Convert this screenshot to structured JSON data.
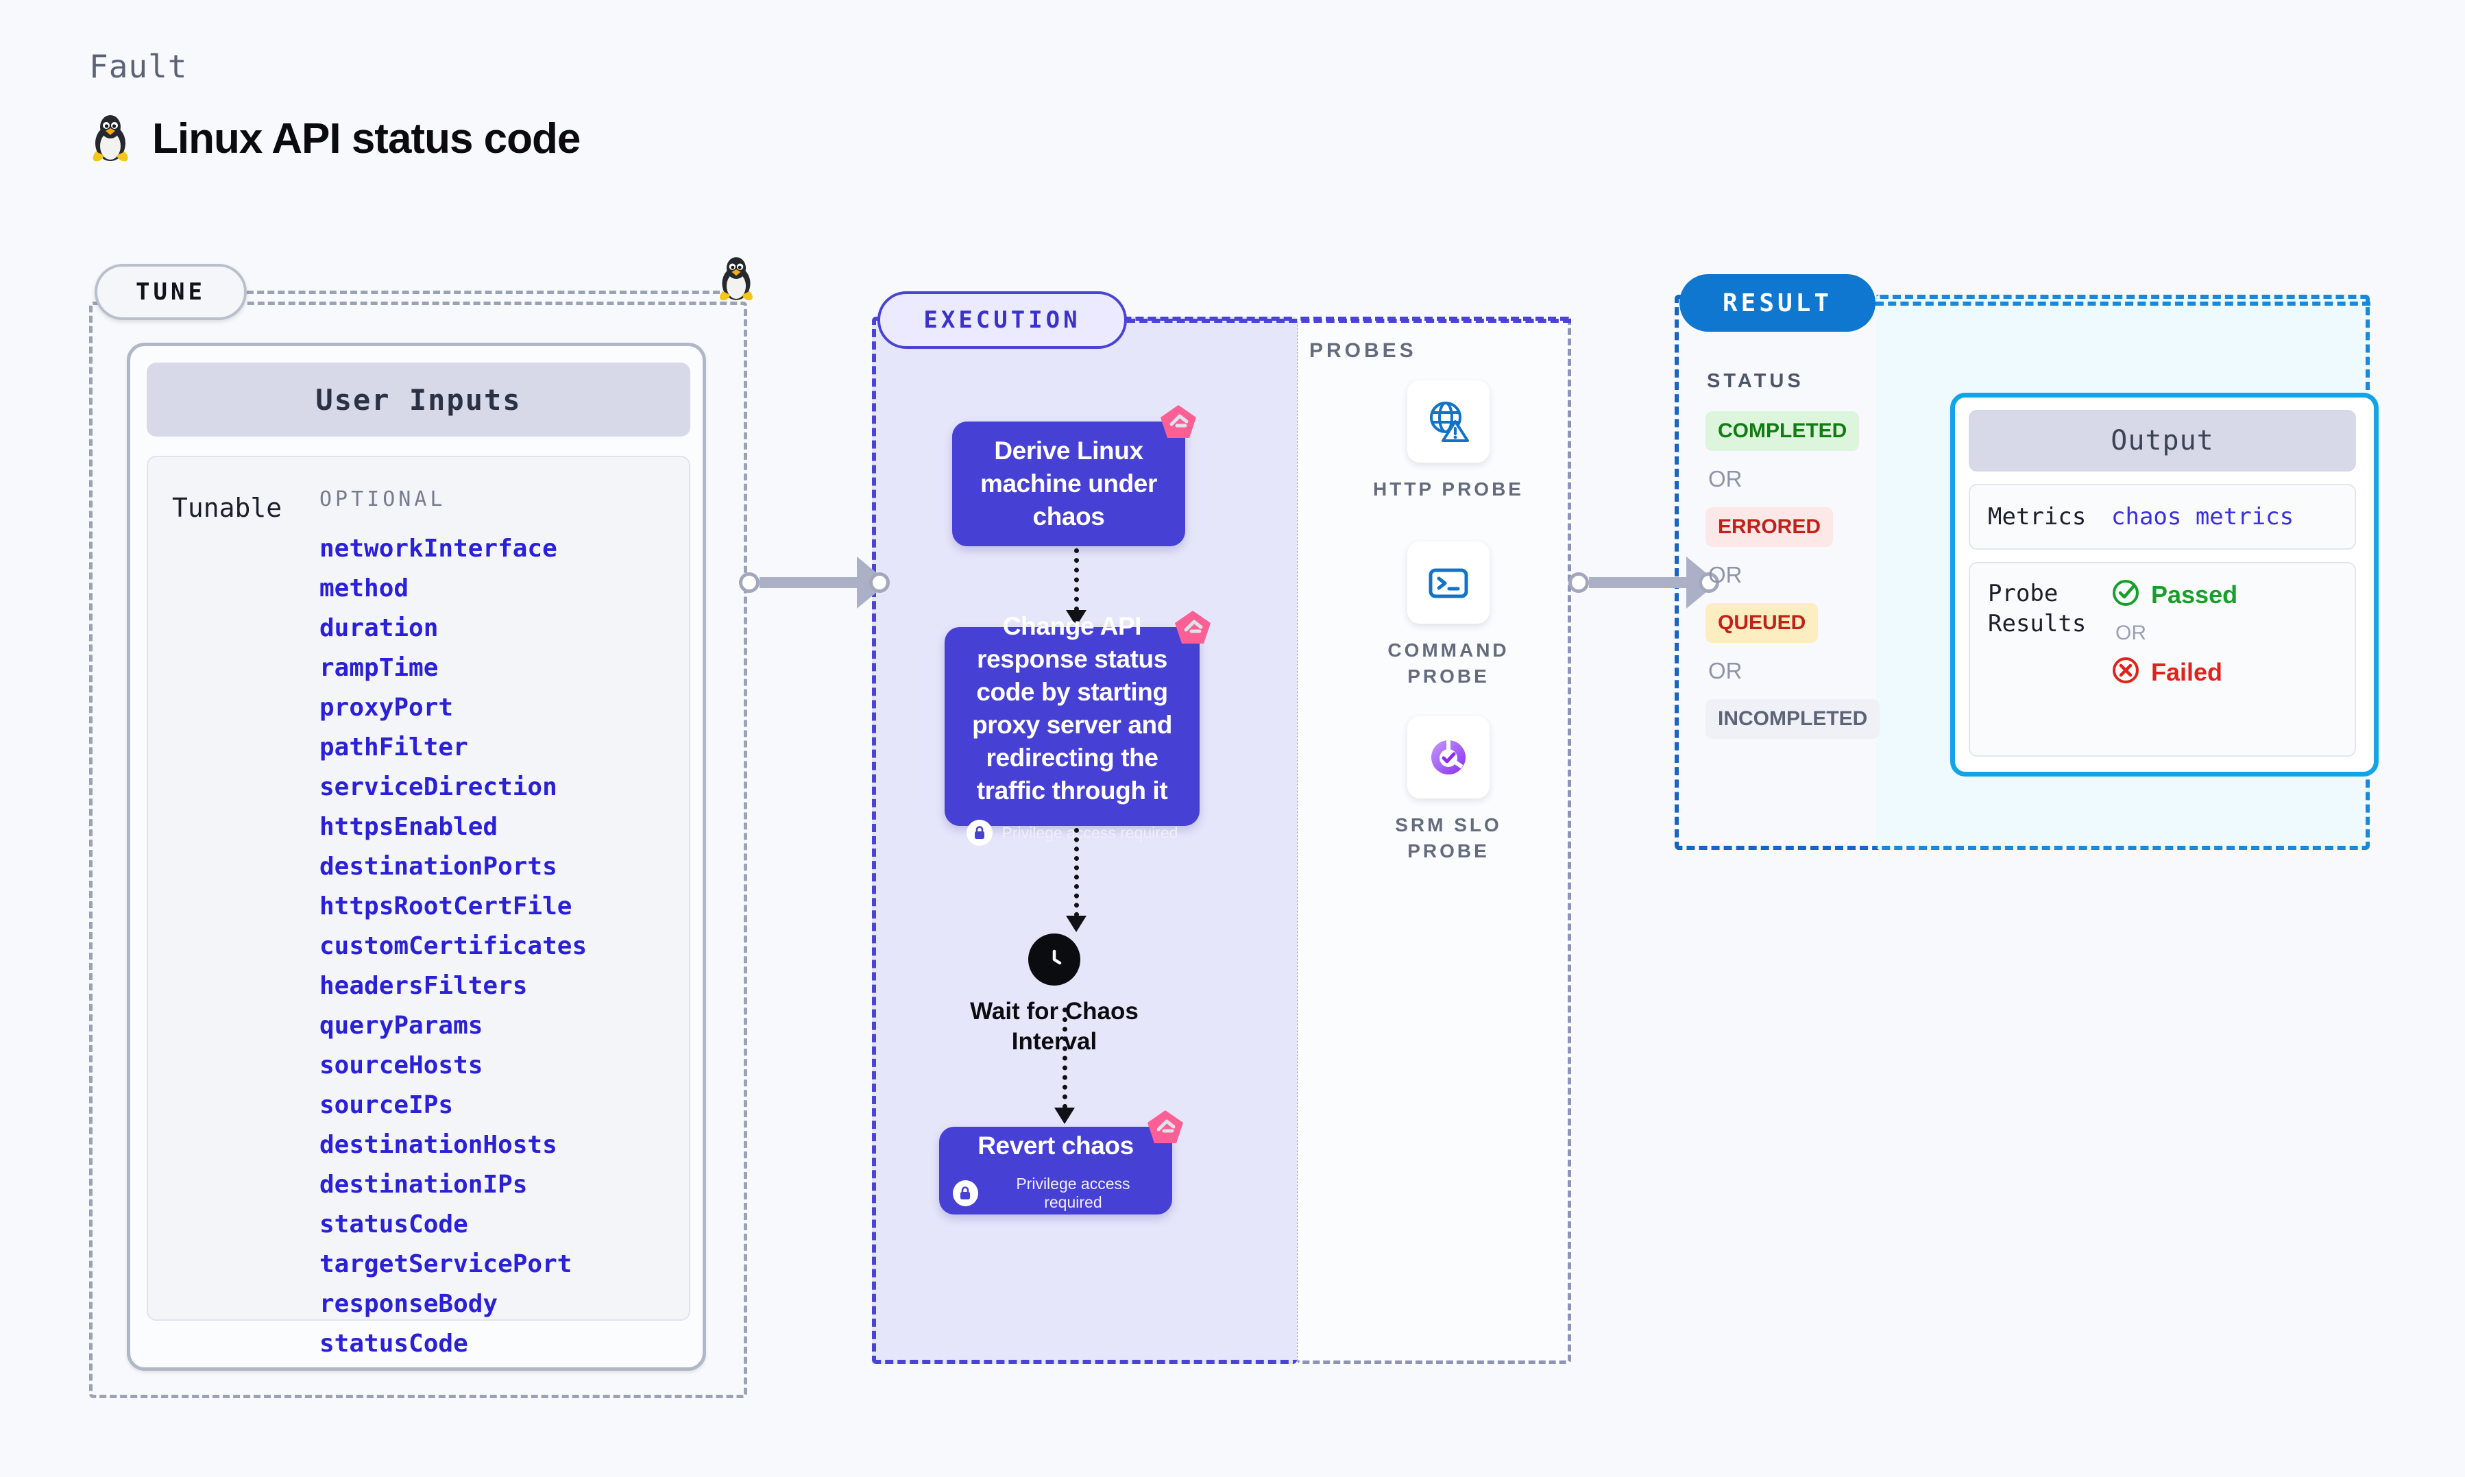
{
  "header": {
    "kicker": "Fault",
    "title": "Linux API status code",
    "icon": "linux-penguin-icon"
  },
  "tune": {
    "pill_label": "TUNE",
    "card_title": "User Inputs",
    "tunable_label": "Tunable",
    "optional_tag": "OPTIONAL",
    "items": [
      "networkInterface",
      "method",
      "duration",
      "rampTime",
      "proxyPort",
      "pathFilter",
      "serviceDirection",
      "httpsEnabled",
      "destinationPorts",
      "httpsRootCertFile",
      "customCertificates",
      "headersFilters",
      "queryParams",
      "sourceHosts",
      "sourceIPs",
      "destinationHosts",
      "destinationIPs",
      "statusCode",
      "targetServicePort",
      "responseBody",
      "statusCode"
    ]
  },
  "execution": {
    "pill_label": "EXECUTION",
    "nodes": [
      {
        "title": "Derive Linux machine under chaos",
        "privilege": null
      },
      {
        "title": "Change API response status code by starting proxy server and redirecting the traffic through it",
        "privilege": "Privilege access required"
      },
      {
        "title": "Revert chaos",
        "privilege": "Privilege access required"
      }
    ],
    "wait": {
      "label": "Wait for Chaos Interval",
      "icon": "clock-icon"
    }
  },
  "probes": {
    "title": "PROBES",
    "items": [
      {
        "label": "HTTP PROBE",
        "icon": "globe-warning-icon"
      },
      {
        "label": "COMMAND PROBE",
        "icon": "terminal-icon"
      },
      {
        "label": "SRM SLO PROBE",
        "icon": "slo-donut-check-icon"
      }
    ]
  },
  "result": {
    "pill_label": "RESULT",
    "status_title": "STATUS",
    "or_label": "OR",
    "statuses": [
      {
        "label": "COMPLETED",
        "style": "st-completed"
      },
      {
        "label": "ERRORED",
        "style": "st-errored"
      },
      {
        "label": "QUEUED",
        "style": "st-queued"
      },
      {
        "label": "INCOMPLETED",
        "style": "st-incompleted"
      }
    ]
  },
  "output": {
    "title": "Output",
    "metrics_key": "Metrics",
    "metrics_value": "chaos metrics",
    "probe_key": "Probe Results",
    "passed_label": "Passed",
    "failed_label": "Failed",
    "or_label": "OR"
  },
  "colors": {
    "brand_purple": "#4740d4",
    "chaos_pink": "#fb5f93",
    "result_blue": "#0f77d0",
    "output_blue": "#11a5e8",
    "link_indigo": "#2a20d8",
    "passed_green": "#16a02a",
    "failed_red": "#e0231a"
  }
}
